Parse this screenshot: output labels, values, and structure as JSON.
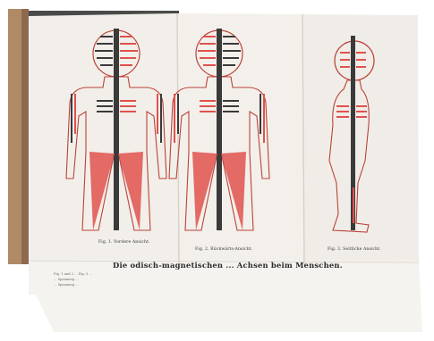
{
  "figures": [
    {
      "caption": "Fig. 1. Vordere Ansicht."
    },
    {
      "caption": "Fig. 2. Rückwärts-Ansicht."
    },
    {
      "caption": "Fig. 3. Seitliche Ansicht."
    }
  ],
  "main_title": "Die odisch-magnetischen ... Achsen beim Menschen.",
  "description_lines": [
    "Fig. 1 und 2 ... Fig. 3 ...",
    "... Spannung ...",
    "... Spannung ..."
  ],
  "colors": {
    "paper": "#f4f1ec",
    "shadow": "#d8d2c8",
    "binding": "#b08a66",
    "red": "#e0524d",
    "dark": "#3a3a3a",
    "outline": "#bc4238"
  }
}
